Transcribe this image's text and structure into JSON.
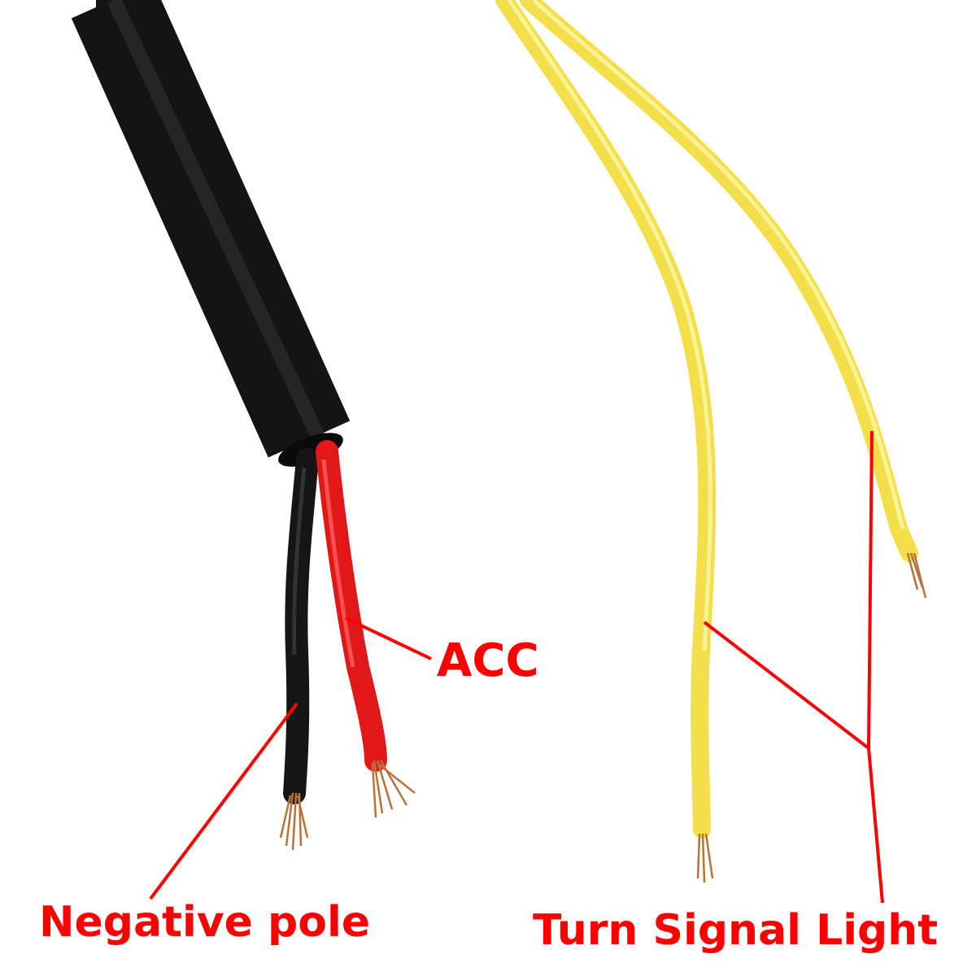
{
  "labels": {
    "acc": "ACC",
    "negative_pole": "Negative pole",
    "turn_signal_light": "Turn Signal Light"
  },
  "colors": {
    "background": "#ffffff",
    "label_red": "#ff0000",
    "cable_black": "#141414",
    "wire_red": "#e01818",
    "wire_yellow": "#f2df4a",
    "copper": "#b8733a"
  }
}
